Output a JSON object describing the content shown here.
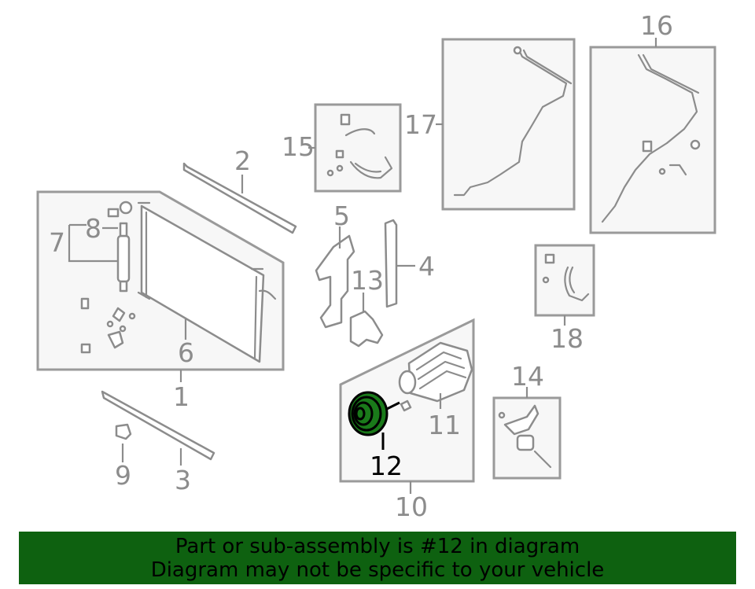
{
  "callouts": {
    "c1": "1",
    "c2": "2",
    "c3": "3",
    "c4": "4",
    "c5": "5",
    "c6": "6",
    "c7": "7",
    "c8": "8",
    "c9": "9",
    "c10": "10",
    "c11": "11",
    "c12": "12",
    "c13": "13",
    "c14": "14",
    "c15": "15",
    "c16": "16",
    "c17": "17",
    "c18": "18"
  },
  "highlighted_part": "12",
  "colors": {
    "highlight": "#1a7a1a",
    "banner": "#0e6110",
    "line": "#8c8c8c"
  },
  "banner": {
    "line1": "Part or sub-assembly is #12 in diagram",
    "line2": "Diagram may not be specific to your vehicle"
  }
}
